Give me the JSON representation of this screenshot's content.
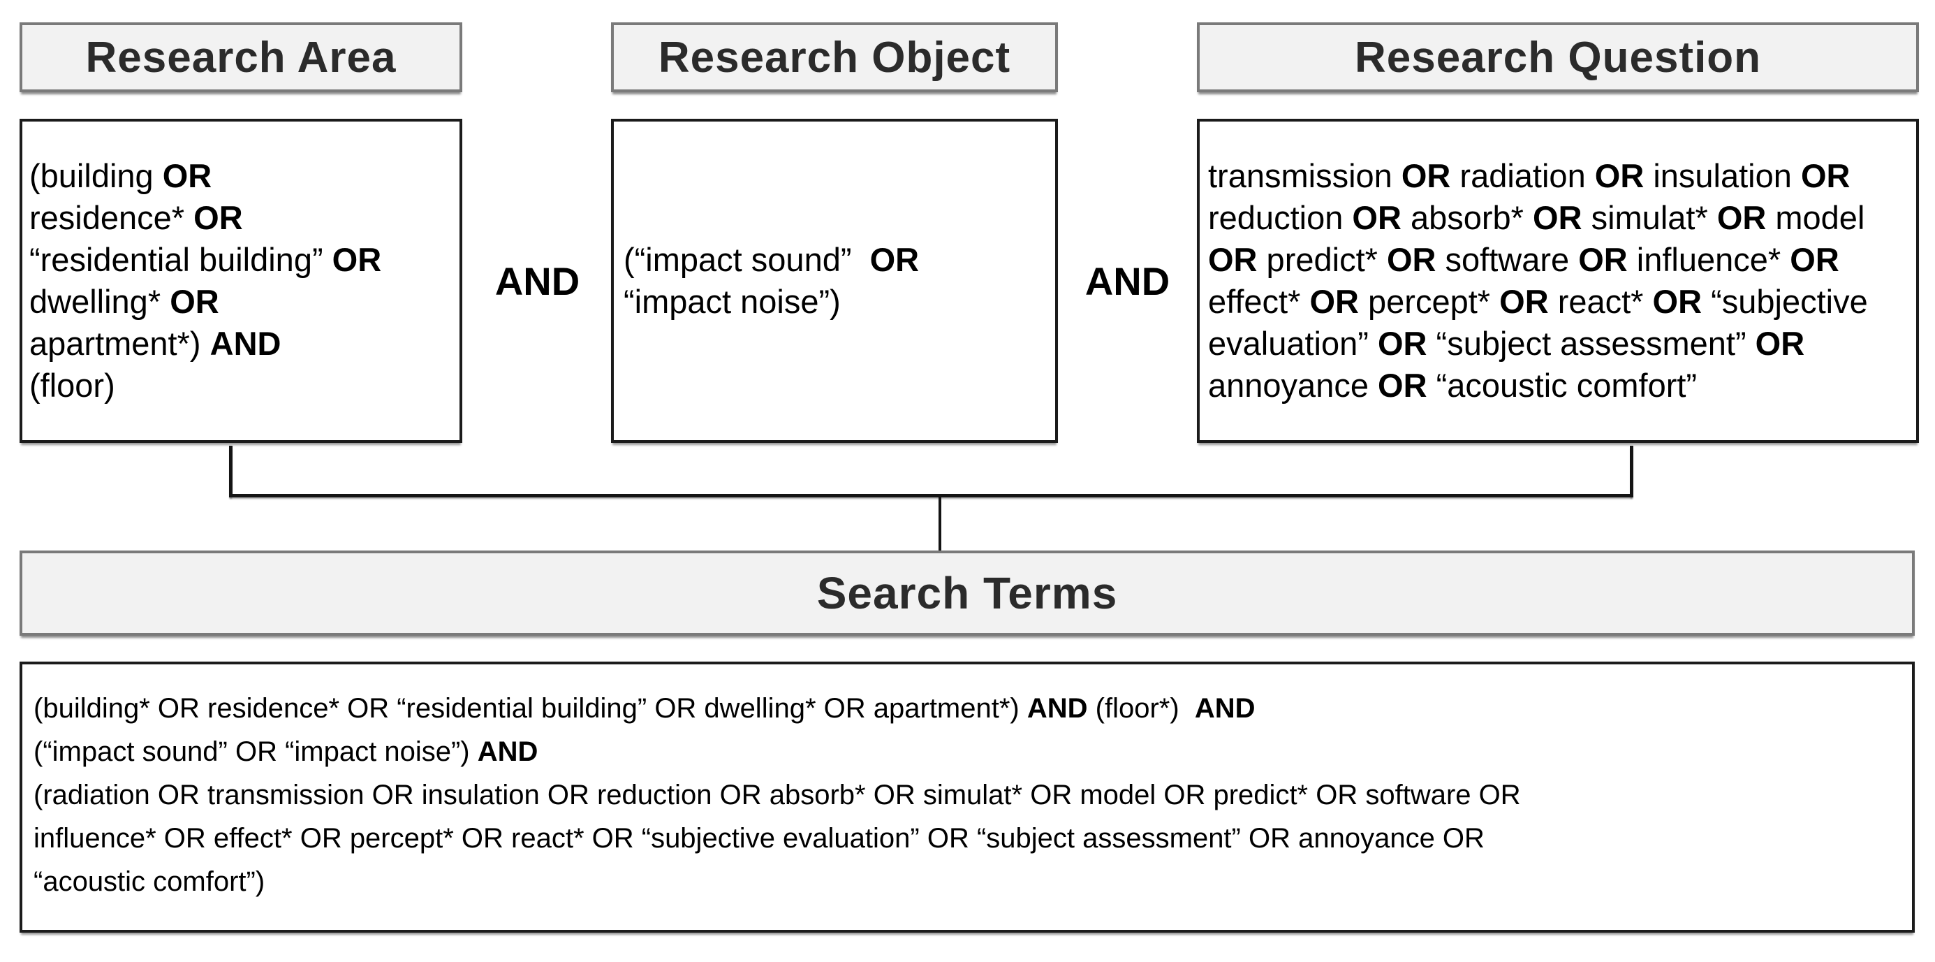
{
  "colors": {
    "header_bg": "#f2f2f2",
    "header_border": "#7a7a7a",
    "box_border": "#1b1b1b",
    "text": "#000000",
    "header_text": "#2b2b2b"
  },
  "operators": [
    "AND",
    "AND"
  ],
  "columns": [
    {
      "header": "Research Area",
      "lines": [
        [
          {
            "t": "(building "
          },
          {
            "t": "OR",
            "b": true
          }
        ],
        [
          {
            "t": "residence* "
          },
          {
            "t": "OR",
            "b": true
          }
        ],
        [
          {
            "t": "“residential building” "
          },
          {
            "t": "OR",
            "b": true
          }
        ],
        [
          {
            "t": "dwelling* "
          },
          {
            "t": "OR",
            "b": true
          }
        ],
        [
          {
            "t": "apartment*) "
          },
          {
            "t": "AND",
            "b": true
          }
        ],
        [
          {
            "t": "(floor)"
          }
        ]
      ]
    },
    {
      "header": "Research Object",
      "lines": [
        [
          {
            "t": "(“impact sound”  "
          },
          {
            "t": "OR",
            "b": true
          }
        ],
        [
          {
            "t": "“impact noise”)"
          }
        ]
      ]
    },
    {
      "header": "Research Question",
      "lines": [
        [
          {
            "t": "transmission "
          },
          {
            "t": "OR",
            "b": true
          },
          {
            "t": " radiation "
          },
          {
            "t": "OR",
            "b": true
          },
          {
            "t": " insulation "
          },
          {
            "t": "OR",
            "b": true
          }
        ],
        [
          {
            "t": "reduction "
          },
          {
            "t": "OR",
            "b": true
          },
          {
            "t": " absorb* "
          },
          {
            "t": "OR",
            "b": true
          },
          {
            "t": " simulat* "
          },
          {
            "t": "OR",
            "b": true
          },
          {
            "t": " model"
          }
        ],
        [
          {
            "t": "OR",
            "b": true
          },
          {
            "t": " predict* "
          },
          {
            "t": "OR",
            "b": true
          },
          {
            "t": " software "
          },
          {
            "t": "OR",
            "b": true
          },
          {
            "t": " influence* "
          },
          {
            "t": "OR",
            "b": true
          }
        ],
        [
          {
            "t": "effect* "
          },
          {
            "t": "OR",
            "b": true
          },
          {
            "t": " percept* "
          },
          {
            "t": "OR",
            "b": true
          },
          {
            "t": " react* "
          },
          {
            "t": "OR",
            "b": true
          },
          {
            "t": " “subjective"
          }
        ],
        [
          {
            "t": "evaluation” "
          },
          {
            "t": "OR",
            "b": true
          },
          {
            "t": " “subject assessment” "
          },
          {
            "t": "OR",
            "b": true
          }
        ],
        [
          {
            "t": "annoyance "
          },
          {
            "t": "OR",
            "b": true
          },
          {
            "t": " “acoustic comfort”"
          }
        ]
      ]
    }
  ],
  "search_terms": {
    "header": "Search Terms",
    "lines": [
      [
        {
          "t": "(building* OR residence* OR “residential building” OR dwelling* OR apartment*) "
        },
        {
          "t": "AND",
          "b": true
        },
        {
          "t": " (floor*)  "
        },
        {
          "t": "AND",
          "b": true
        }
      ],
      [
        {
          "t": "(“impact sound” OR “impact noise”) "
        },
        {
          "t": "AND",
          "b": true
        }
      ],
      [
        {
          "t": "(radiation OR transmission OR insulation OR reduction OR absorb* OR simulat* OR model OR predict* OR software OR"
        }
      ],
      [
        {
          "t": "influence* OR effect* OR percept* OR react* OR “subjective evaluation” OR “subject assessment” OR annoyance OR"
        }
      ],
      [
        {
          "t": "“acoustic comfort”)"
        }
      ]
    ]
  }
}
